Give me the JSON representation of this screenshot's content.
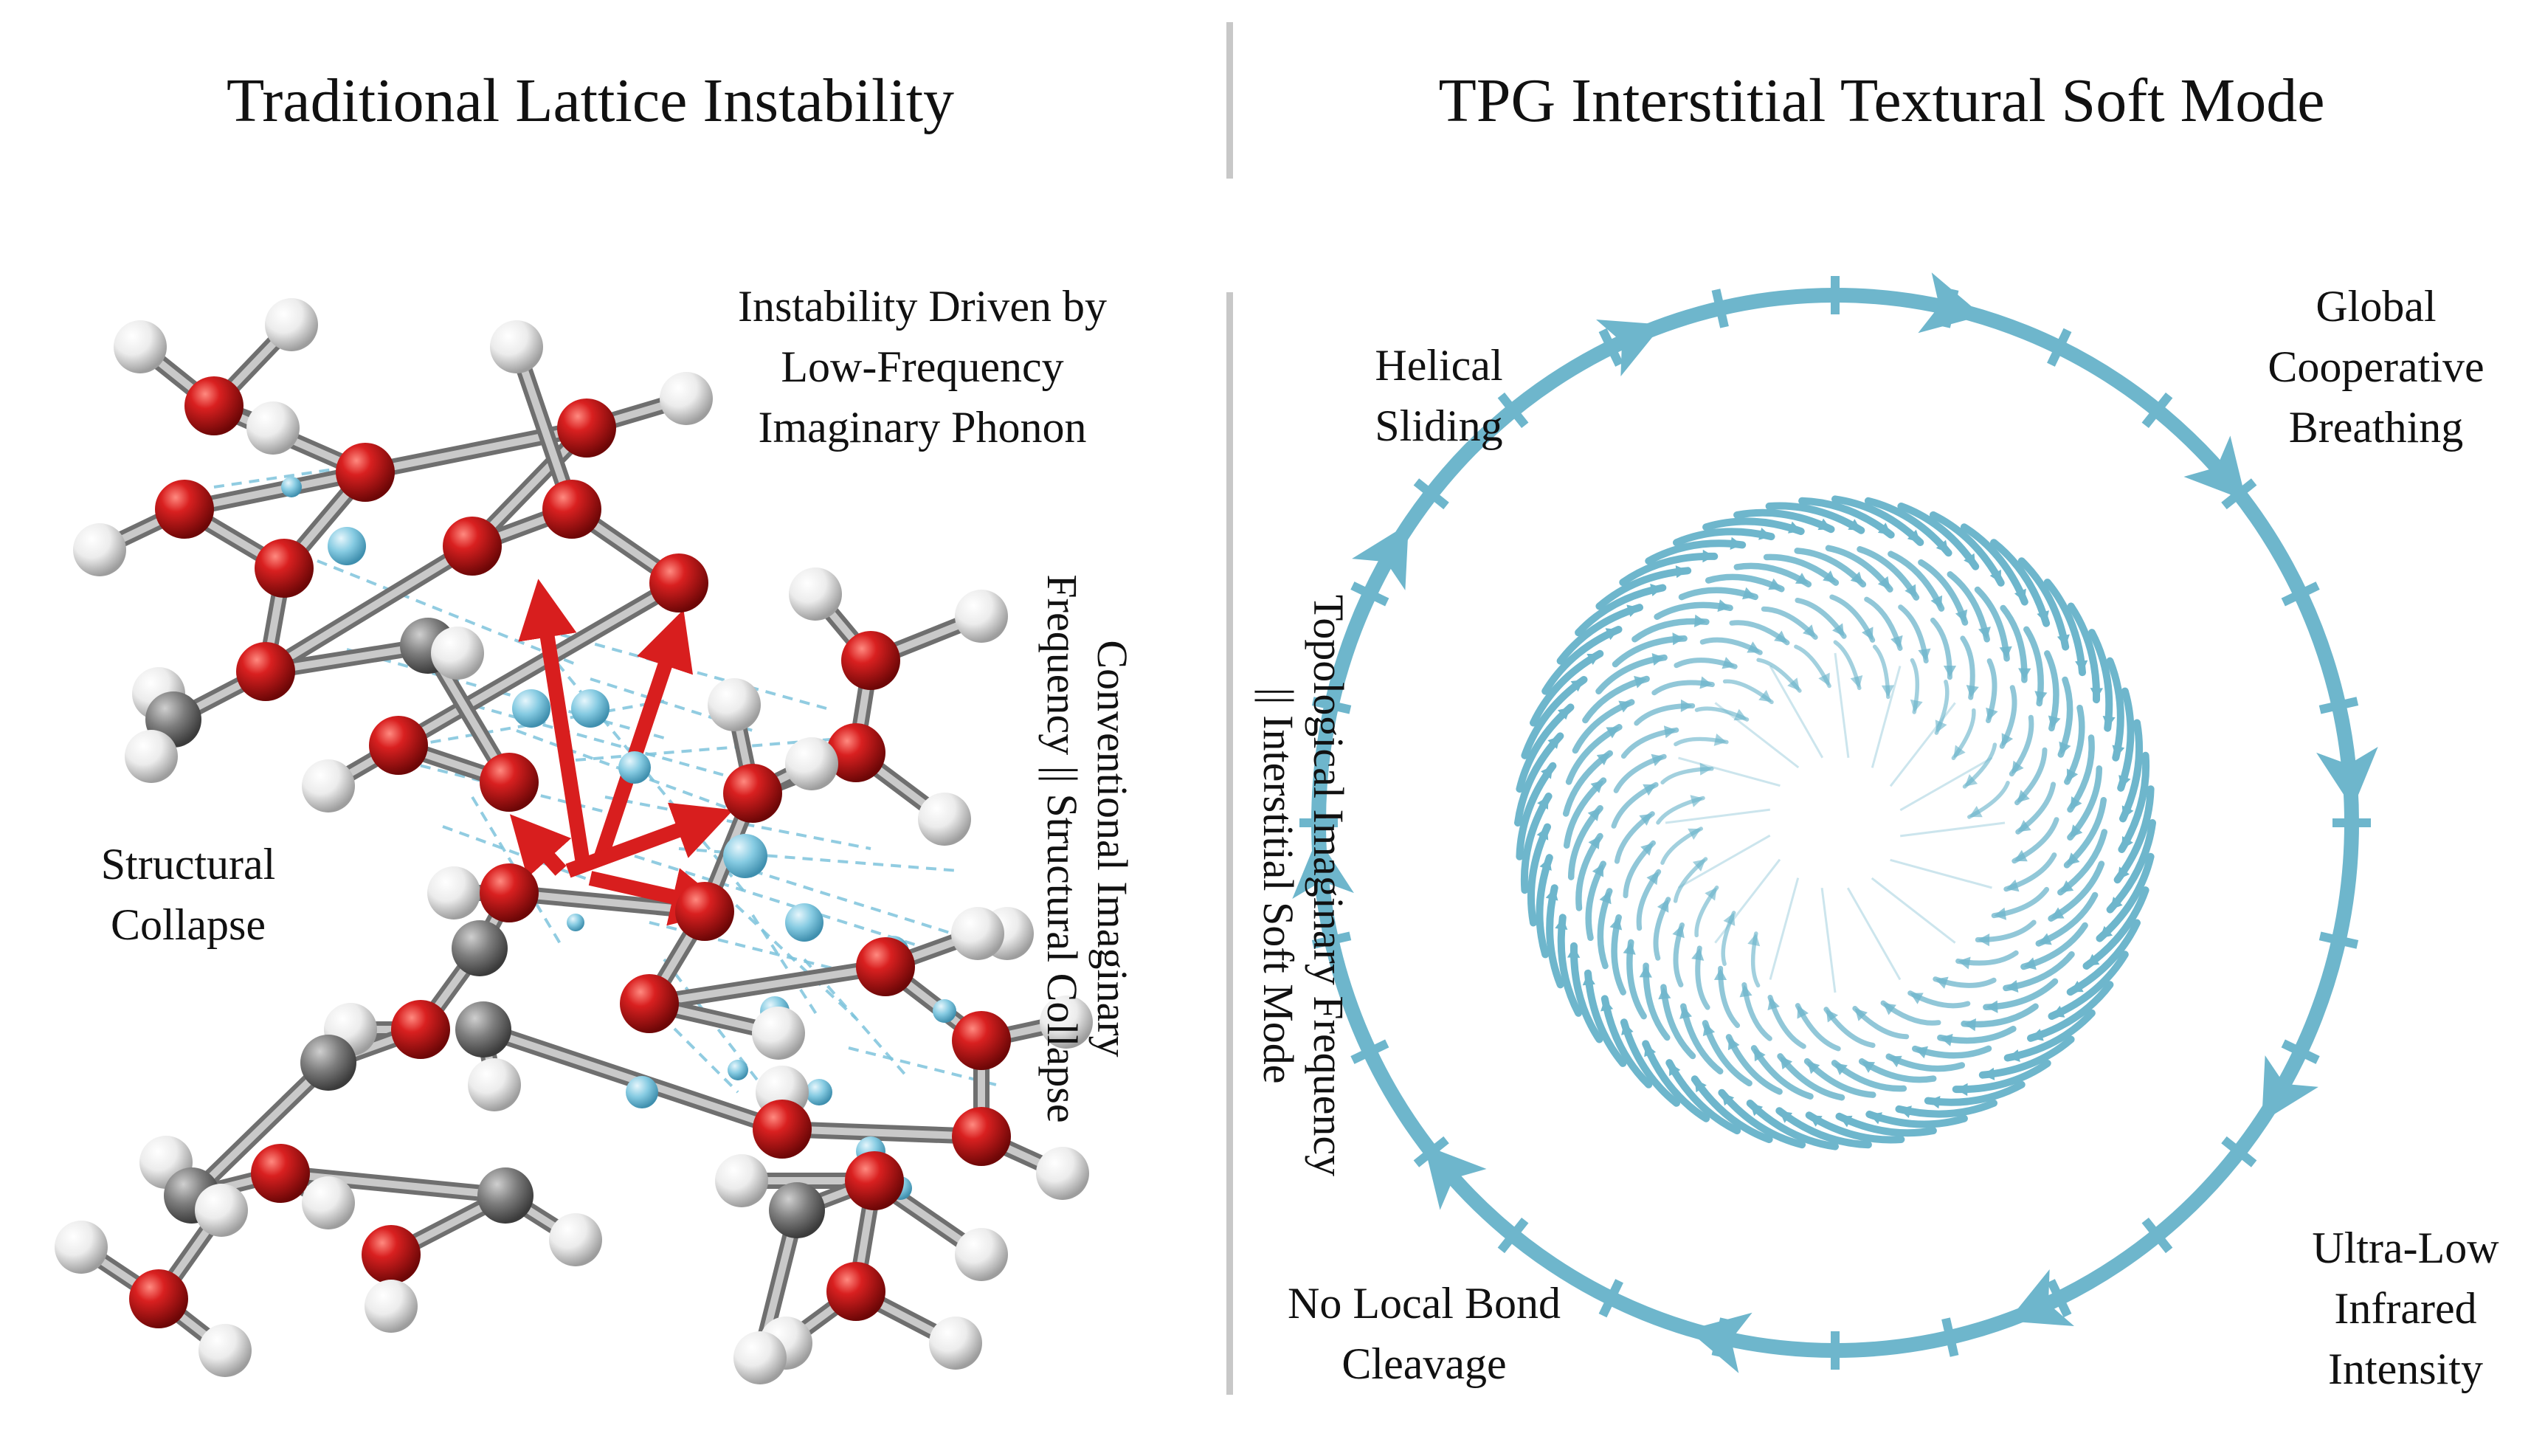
{
  "panels": {
    "left": {
      "title": "Traditional Lattice Instability",
      "label_top": [
        "Instability Driven by",
        "Low-Frequency",
        "Imaginary Phonon"
      ],
      "label_side": [
        "Structural",
        "Collapse"
      ],
      "vertical_label": [
        "Conventional Imaginary",
        "Frequency || Structural Collapse"
      ]
    },
    "right": {
      "title": "TPG Interstitial Textural Soft Mode",
      "label_helical": [
        "Helical",
        "Sliding"
      ],
      "label_global": [
        "Global",
        "Cooperative",
        "Breathing"
      ],
      "label_ultra": [
        "Ultra-Low",
        "Infrared",
        "Intensity"
      ],
      "label_nobond": [
        "No Local Bond",
        "Cleavage"
      ],
      "vertical_label": [
        "Topological Imaginary Frequency",
        "|| Interstitial Soft Mode"
      ]
    }
  },
  "colors": {
    "oxygen": "#c41818",
    "hydrogen": "#e8e8e8",
    "carbon": "#777777",
    "interstitial": "#7ec4dc",
    "bond": "#9a9a9a",
    "ring": "#6eb6cc",
    "arrow_red": "#d81e1e",
    "divider": "#c8c8c8"
  }
}
